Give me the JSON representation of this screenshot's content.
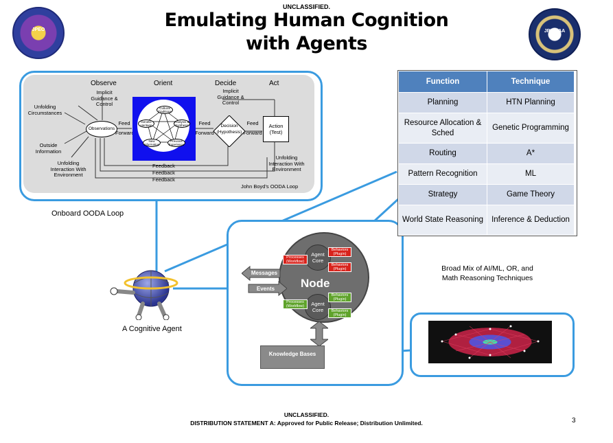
{
  "header": {
    "classification_top": "UNCLASSIFIED.",
    "title_line1": "Emulating Human Cognition",
    "title_line2": "with Agents",
    "left_seal_text": "JPEO",
    "right_seal_text": "JPEO AA"
  },
  "ooda": {
    "phases": [
      "Observe",
      "Orient",
      "Decide",
      "Act"
    ],
    "implicit_guidance_1": "Implicit Guidance & Control",
    "implicit_guidance_2": "Implicit Guidance & Control",
    "unfolding_circumstances": "Unfolding Circumstances",
    "outside_information": "Outside Information",
    "unfolding_interaction_left": "Unfolding Interaction With Environment",
    "unfolding_interaction_right": "Unfolding Interaction With Environment",
    "observations": "Observations",
    "feed_forward_1": [
      "Feed",
      "Forward"
    ],
    "feed_forward_2": [
      "Feed",
      "Forward"
    ],
    "feed_forward_3": [
      "Feed",
      "Forward"
    ],
    "decision": "Decision (Hypothesis)",
    "action": "Action (Test)",
    "feedback": [
      "Feedback",
      "Feedback",
      "Feedback"
    ],
    "orient_items": [
      "Cultural Traditions",
      "Genetic Heritage",
      "Analysis & Synthesis",
      "New Information",
      "Previous Experience"
    ],
    "caption": "John Boyd's OODA Loop"
  },
  "labels": {
    "onboard": "Onboard OODA Loop",
    "agent": "A Cognitive Agent",
    "broad_mix_1": "Broad Mix of AI/ML, OR, and",
    "broad_mix_2": "Math Reasoning Techniques"
  },
  "node": {
    "title": "Node",
    "core_label": "Agent Core",
    "processes": "Processes (Workflow)",
    "behaviors": "Behaviors (Plugin)",
    "messages": "Messages",
    "events": "Events",
    "knowledge_bases": "Knowledge Bases"
  },
  "table": {
    "headers": [
      "Function",
      "Technique"
    ],
    "rows": [
      [
        "Planning",
        "HTN Planning"
      ],
      [
        "Resource Allocation & Sched",
        "Genetic Programming"
      ],
      [
        "Routing",
        "A*"
      ],
      [
        "Pattern Recognition",
        "ML"
      ],
      [
        "Strategy",
        "Game Theory"
      ],
      [
        "World State Reasoning",
        "Inference & Deduction"
      ]
    ]
  },
  "footer": {
    "classification": "UNCLASSIFIED.",
    "distribution": "DISTRIBUTION STATEMENT A: Approved for Public Release; Distribution Unlimited.",
    "page": "3"
  },
  "colors": {
    "frame_blue": "#3a9be0",
    "table_header": "#4f81bd",
    "behavior_red": "#d8231c",
    "behavior_green": "#5fa32b"
  }
}
